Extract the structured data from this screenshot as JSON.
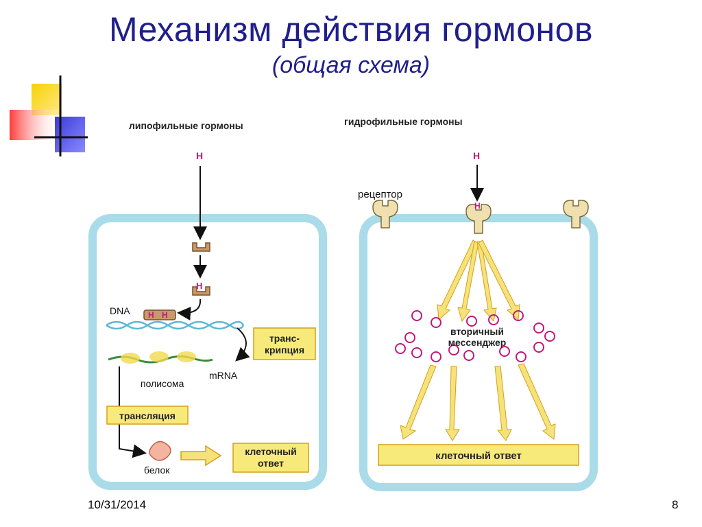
{
  "slide": {
    "title": "Механизм действия гормонов",
    "subtitle": "(общая схема)",
    "footer_date": "10/31/2014",
    "page_number": "8"
  },
  "diagram": {
    "left_panel": {
      "heading": "липофильные гормоны",
      "hormone": "H",
      "dna_label": "DNA",
      "transcription_box": [
        "транс-",
        "крипция"
      ],
      "mrna_label": "mRNA",
      "polysome_label": "полисома",
      "translation_box": "трансляция",
      "protein_label": "белок",
      "response_box": [
        "клеточный",
        "ответ"
      ]
    },
    "right_panel": {
      "heading": "гидрофильные гормоны",
      "hormone": "H",
      "receptor_label": "рецептор",
      "messenger_label": [
        "вторичный",
        "мессенджер"
      ],
      "response_box": "клеточный ответ"
    }
  },
  "colors": {
    "title": "#1f1f8c",
    "cell_membrane": "#a9dbe8",
    "label_box": "#f8ea7a",
    "label_box_border": "#d4a017",
    "hormone": "#c2187a",
    "messenger_circle": "#c2187a",
    "arrow_yellow": "#f6e27a",
    "receptor": "#f0e0b0"
  }
}
